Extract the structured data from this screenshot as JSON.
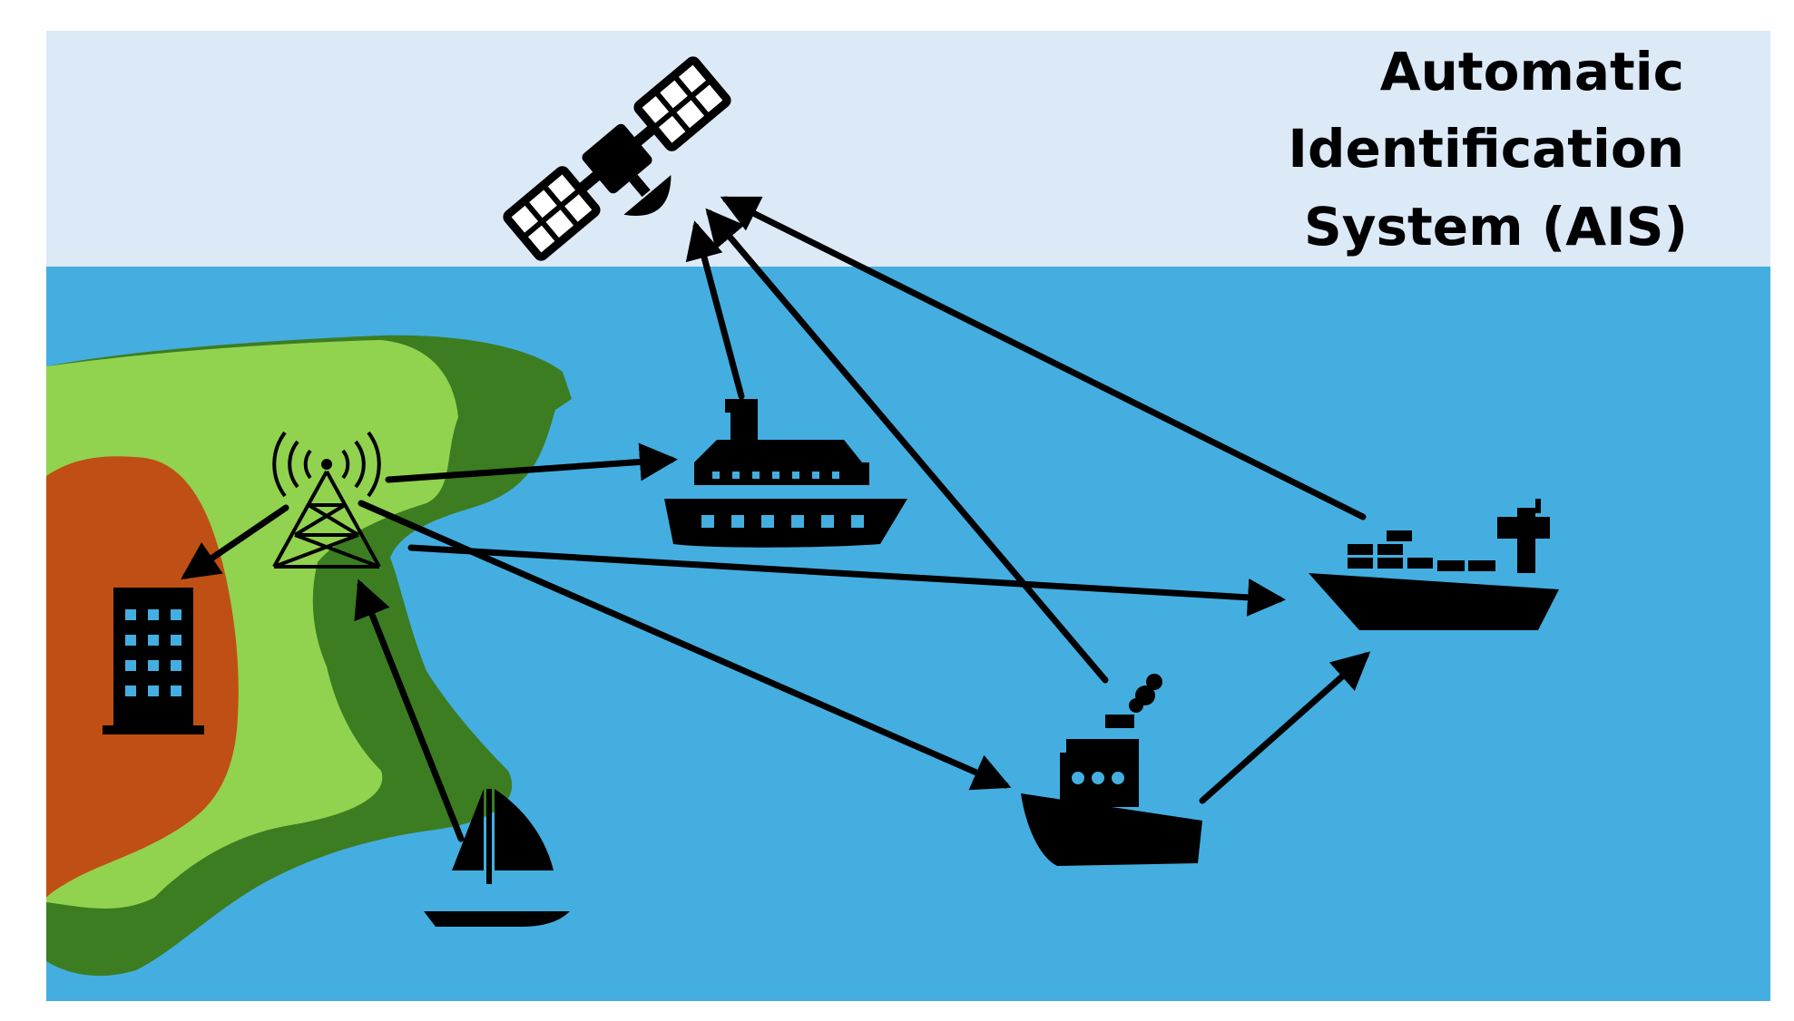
{
  "title": {
    "lines": [
      "Automatic",
      "Identification",
      "System (AIS)"
    ]
  },
  "colors": {
    "sky": "#dce9f7",
    "sea": "#44aee0",
    "land_light": "#91d24f",
    "land_dark": "#3c7d22",
    "urban": "#c04f15",
    "icon": "#000000"
  },
  "nodes": [
    {
      "id": "satellite",
      "icon": "satellite-icon"
    },
    {
      "id": "shore-station",
      "icon": "radio-tower-icon"
    },
    {
      "id": "office",
      "icon": "building-icon"
    },
    {
      "id": "cruise-ship",
      "icon": "cruise-ship-icon"
    },
    {
      "id": "cargo-ship",
      "icon": "container-ship-icon"
    },
    {
      "id": "tug-boat",
      "icon": "steamboat-icon"
    },
    {
      "id": "sailboat",
      "icon": "sailboat-icon"
    }
  ],
  "links": [
    {
      "from": "cruise-ship",
      "to": "satellite"
    },
    {
      "from": "tug-boat",
      "to": "satellite"
    },
    {
      "from": "cargo-ship",
      "to": "satellite"
    },
    {
      "from": "shore-station",
      "to": "cruise-ship"
    },
    {
      "from": "shore-station",
      "to": "cargo-ship"
    },
    {
      "from": "shore-station",
      "to": "tug-boat"
    },
    {
      "from": "shore-station",
      "to": "office"
    },
    {
      "from": "sailboat",
      "to": "shore-station"
    },
    {
      "from": "tug-boat",
      "to": "cargo-ship"
    }
  ]
}
